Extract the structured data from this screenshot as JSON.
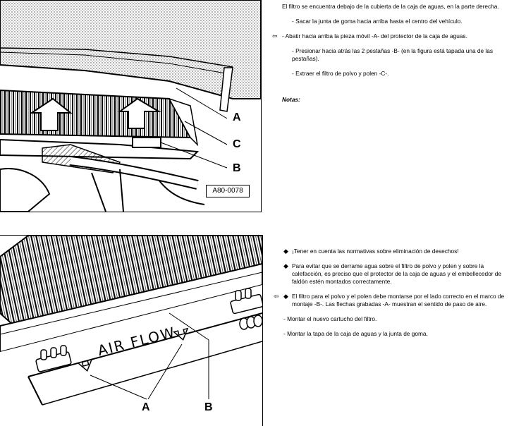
{
  "figure1": {
    "labels": {
      "a": "A",
      "b": "B",
      "c": "C"
    },
    "code": "A80-0078"
  },
  "section1": {
    "intro": "El filtro se encuentra debajo de la cubierta de la caja de aguas, en la parte derecha.",
    "steps": [
      "- Sacar la junta de goma hacia arriba hasta el centro del vehículo.",
      "- Abatir hacia arriba la pieza móvil -A- del protector de la caja de aguas.",
      "- Presionar hacia atrás las 2 pestañas -B- (en la figura está tapada una de las pestañas).",
      "- Extraer el filtro de polvo y polen -C-."
    ],
    "marker": "⇦",
    "notes_heading": "Notas:"
  },
  "figure2": {
    "labels": {
      "a": "A",
      "b": "B"
    },
    "embossed_text": "AIR FLOW"
  },
  "section2": {
    "bullet": "◆",
    "marker": "⇦",
    "notes": [
      "¡Tener en cuenta las normativas sobre eliminación de desechos!",
      "Para evitar que se derrame agua sobre el filtro de polvo y polen y sobre la calefacción, es preciso que el protector de la caja de aguas y el embellecedor de faldón estén montados correctamente.",
      "El filtro para el polvo y el polen debe montarse por el lado correcto en el marco de montaje -B-. Las flechas grabadas -A- muestran el sentido de paso de aire."
    ],
    "steps": [
      "- Montar el nuevo cartucho del filtro.",
      "- Montar la tapa de la caja de aguas y la junta de goma."
    ]
  }
}
